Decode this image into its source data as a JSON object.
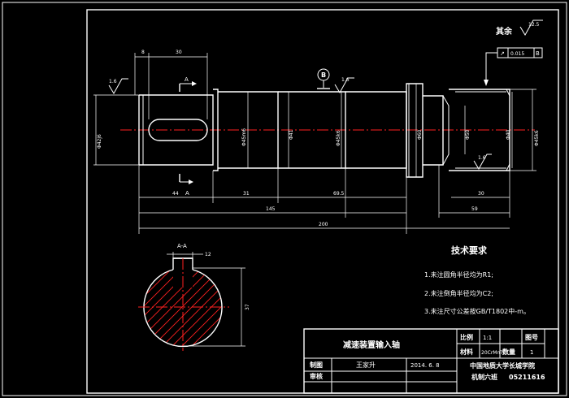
{
  "colors": {
    "background": "#000000",
    "lines": "#ffffff",
    "centerline": "#ff2020"
  },
  "rest_roughness": {
    "label": "其余",
    "value": "12.5"
  },
  "tolerance_frame": {
    "symbol": "↗",
    "value": "0.015",
    "datum": "B"
  },
  "datum_b": "B",
  "section_labels": {
    "cut": "A",
    "view": "A-A"
  },
  "roughness": {
    "left": "1.6",
    "middle": "1.6",
    "right": "1.6"
  },
  "dims": {
    "d_8": "8",
    "d_30": "30",
    "d_44": "44",
    "d_31": "31",
    "d_69_5": "69.5",
    "d_145": "145",
    "d_200": "200",
    "d_30r": "30",
    "d_59": "59",
    "d_42": "Φ42j6",
    "d_45m": "Φ45m6",
    "d_41": "Φ41",
    "d_45k": "Φ45k6",
    "d_60": "Φ60",
    "d_50": "Φ50",
    "d_40": "Φ40",
    "d_45r": "Φ45k6",
    "d_37": "37",
    "d_keyway": "12"
  },
  "technical_requirements": {
    "title": "技术要求",
    "items": [
      "1.未注圆角半径均为R1;",
      "2.未注倒角半径均为C2;",
      "3.未注尺寸公差按GB/T1802中-m。"
    ]
  },
  "title_block": {
    "drawing_name": "减速装置输入轴",
    "scale_label": "比例",
    "scale_value": "1:1",
    "figure_no_label": "图号",
    "material_label": "材料",
    "material_value": "20CrMnTi",
    "quantity_label": "数量",
    "quantity_value": "1",
    "drawn_label": "制图",
    "drawn_name": "王家升",
    "date": "2014. 6. 8",
    "check_label": "审核",
    "school": "中国地质大学长城学院",
    "class_info": "机制六班",
    "student_id": "05211616"
  }
}
